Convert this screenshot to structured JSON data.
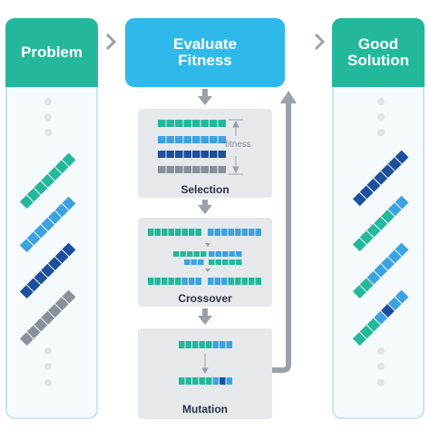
{
  "columns": {
    "problem": {
      "title": "Problem"
    },
    "evaluate": {
      "title": "Evaluate Fitness"
    },
    "good_solution": {
      "title": "Good Solution"
    }
  },
  "stages": {
    "selection": {
      "label": "Selection",
      "axis_label": "fitness"
    },
    "crossover": {
      "label": "Crossover"
    },
    "mutation": {
      "label": "Mutation"
    }
  },
  "colors": {
    "teal": "#23b89b",
    "light_blue": "#3da3e0",
    "dark_blue": "#1c4f9c",
    "gray": "#8a9097",
    "header_blue": "#2fb9ea",
    "arrow_gray": "#9aa1a8"
  }
}
